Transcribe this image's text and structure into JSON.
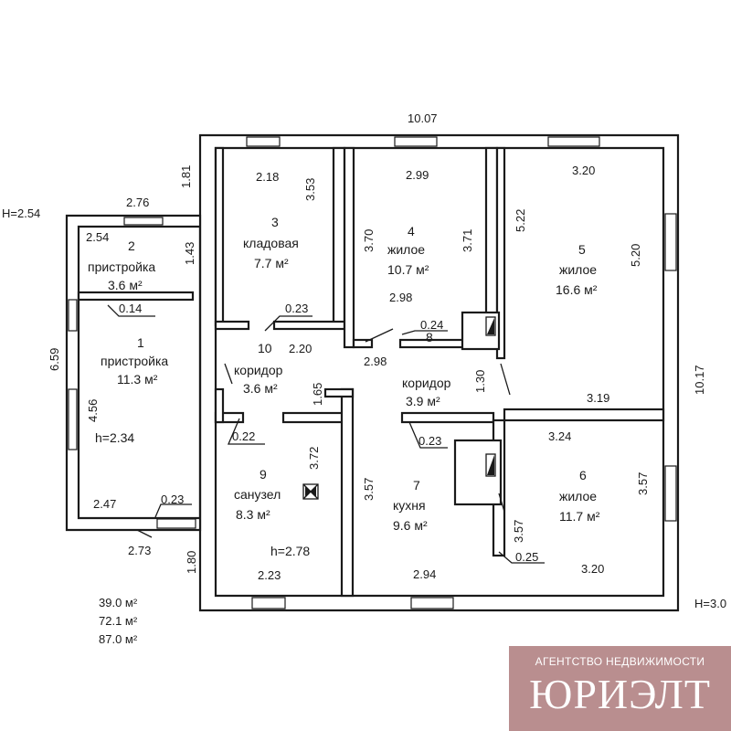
{
  "overall": {
    "width_top": "10.07",
    "height_right": "10.17",
    "left_height": "6.59",
    "top_left_dim": "1.81",
    "bottom_left_dim": "1.80",
    "h_left": "H=2.54",
    "h_right": "H=3.0"
  },
  "annex": {
    "top_dim": "2.76",
    "bottom_dim": "2.73"
  },
  "rooms": [
    {
      "num": "1",
      "name": "пристройка",
      "area": "11.3 м²",
      "dims": [
        "4.56",
        "2.47",
        "0.23"
      ],
      "h": "h=2.34"
    },
    {
      "num": "2",
      "name": "пристройка",
      "area": "3.6 м²",
      "dims": [
        "2.54",
        "1.43",
        "0.14"
      ]
    },
    {
      "num": "3",
      "name": "кладовая",
      "area": "7.7 м²",
      "dims": [
        "2.18",
        "3.53",
        "0.23"
      ]
    },
    {
      "num": "4",
      "name": "жилое",
      "area": "10.7 м²",
      "dims": [
        "2.99",
        "3.70",
        "3.71",
        "2.98"
      ]
    },
    {
      "num": "5",
      "name": "жилое",
      "area": "16.6 м²",
      "dims": [
        "3.20",
        "5.22",
        "5.20",
        "3.19"
      ]
    },
    {
      "num": "6",
      "name": "жилое",
      "area": "11.7 м²",
      "dims": [
        "3.24",
        "3.57",
        "3.57",
        "3.20",
        "0.25"
      ]
    },
    {
      "num": "7",
      "name": "кухня",
      "area": "9.6 м²",
      "dims": [
        "3.57",
        "2.94",
        "0.23"
      ]
    },
    {
      "num": "8",
      "name": "коридор",
      "area": "3.9 м²",
      "dims": [
        "2.98",
        "1.30",
        "0.24"
      ]
    },
    {
      "num": "9",
      "name": "санузел",
      "area": "8.3 м²",
      "dims": [
        "3.72",
        "2.23",
        "0.22"
      ],
      "h": "h=2.78"
    },
    {
      "num": "10",
      "name": "коридор",
      "area": "3.6 м²",
      "dims": [
        "2.20",
        "1.65"
      ]
    }
  ],
  "totals": [
    "39.0 м²",
    "72.1 м²",
    "87.0 м²"
  ],
  "logo": {
    "top": "АГЕНТСТВО НЕДВИЖИМОСТИ",
    "brand": "ЮРИЭЛТ"
  }
}
